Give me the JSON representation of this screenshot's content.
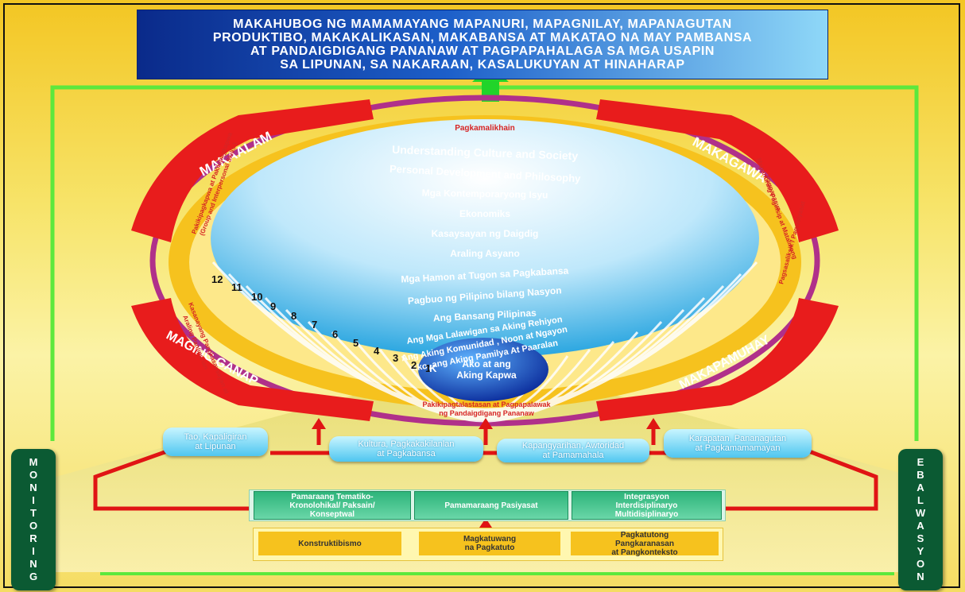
{
  "goal": {
    "line1": "MAKAHUBOG NG MAMAMAYANG MAPANURI, MAPAGNILAY, MAPANAGUTAN",
    "line2": "PRODUKTIBO, MAKAKALIKASAN, MAKABANSA AT MAKATAO NA MAY PAMBANSA",
    "line3": "AT PANDAIGDIGANG PANANAW AT PAGPAPAHALAGA SA MGA USAPIN",
    "line4": "SA LIPUNAN, SA NAKARAAN, KASALUKUYAN AT HINAHARAP"
  },
  "outcomes": {
    "makaalam": "MAKAALAM",
    "makagawa": "MAKAGAWA",
    "maging_ganap": "MAGING GANAP",
    "makapamuhay": "MAKAPAMUHAY"
  },
  "skills": {
    "top": "Pagkamalikhain",
    "bottom_line1": "Pakikipagtalastasan at Pagpapalawak",
    "bottom_line2": "ng Pandaigdigang Pananaw",
    "left_upper_line1": "Pakikipagkapwa at Pakikipagkapwa",
    "left_upper_line2": "(Group and Interpersonal Skills )",
    "left_lower_line1": "Kasanayang Pangkasaysayan at",
    "left_lower_line2": "Araling Panlipunan",
    "right_upper_line1": "Mapanuring Pag-iisip at Matalinong",
    "right_upper_line2": "Pagpapasya",
    "right_lower": "Pagsasaliksik / Pagsisiyasat"
  },
  "levels": [
    {
      "num": "12",
      "subject": "Understanding Culture and Society"
    },
    {
      "num": "11",
      "subject": "Personal Development and Philosophy"
    },
    {
      "num": "10",
      "subject": "Mga Kontemporaryong Isyu"
    },
    {
      "num": "9",
      "subject": "Ekonomiks"
    },
    {
      "num": "8",
      "subject": "Kasaysayan ng Daigdig"
    },
    {
      "num": "7",
      "subject": "Araling Asyano"
    },
    {
      "num": "6",
      "subject": "Mga Hamon at Tugon sa Pagkabansa"
    },
    {
      "num": "5",
      "subject": "Pagbuo ng Pilipino bilang Nasyon"
    },
    {
      "num": "4",
      "subject": "Ang Bansang Pilipinas"
    },
    {
      "num": "3",
      "subject": "Ang Mga Lalawigan sa Aking Rehiyon"
    },
    {
      "num": "2",
      "subject": "Ang Aking Komunidad , Noon at Ngayon"
    },
    {
      "num": "1",
      "subject": "Ako, ang Aking Pamilya At Paaralan"
    }
  ],
  "core": {
    "num": "K",
    "line1": "Ako at ang",
    "line2": "Aking Kapwa"
  },
  "themes": [
    {
      "line1": "Tao, Kapaligiran",
      "line2": "at Lipunan"
    },
    {
      "line1": "Kultura, Pagkakakilanlan",
      "line2": "at Pagkabansa"
    },
    {
      "line1": "Kapangyarihan, Awtoridad",
      "line2": "at Pamamahala"
    },
    {
      "line1": "Karapatan, Pananagutan",
      "line2": "at Pagkamamamayan"
    }
  ],
  "approaches": [
    {
      "line1": "Pamaraang Tematiko-",
      "line2": "Kronolohikal/ Paksain/",
      "line3": "Konseptwal"
    },
    {
      "line1": "Pamamaraang Pasiyasat",
      "line2": "",
      "line3": ""
    },
    {
      "line1": "Integrasyon",
      "line2": "Interdisiplinaryo",
      "line3": "Multidisiplinaryo"
    }
  ],
  "theories": [
    {
      "line1": "Konstruktibismo",
      "line2": "",
      "line3": ""
    },
    {
      "line1": "Magkatuwang",
      "line2": "na Pagkatuto",
      "line3": ""
    },
    {
      "line1": "Pagkatutong",
      "line2": "Pangkaranasan",
      "line3": "at Pangkonteksto"
    }
  ],
  "side_left": [
    "M",
    "O",
    "N",
    "I",
    "T",
    "O",
    "R",
    "I",
    "N",
    "G"
  ],
  "side_right": [
    "E",
    "B",
    "A",
    "L",
    "W",
    "A",
    "S",
    "Y",
    "O",
    "N"
  ],
  "colors": {
    "arc_red": "#e81c1c",
    "ring_yellow": "#f6c21e",
    "ring_magenta": "#b0308a",
    "frame_green": "#5de83c",
    "connector_red": "#e01414",
    "goal_blue": "#0a2a8a",
    "side_green": "#0b5a33"
  }
}
